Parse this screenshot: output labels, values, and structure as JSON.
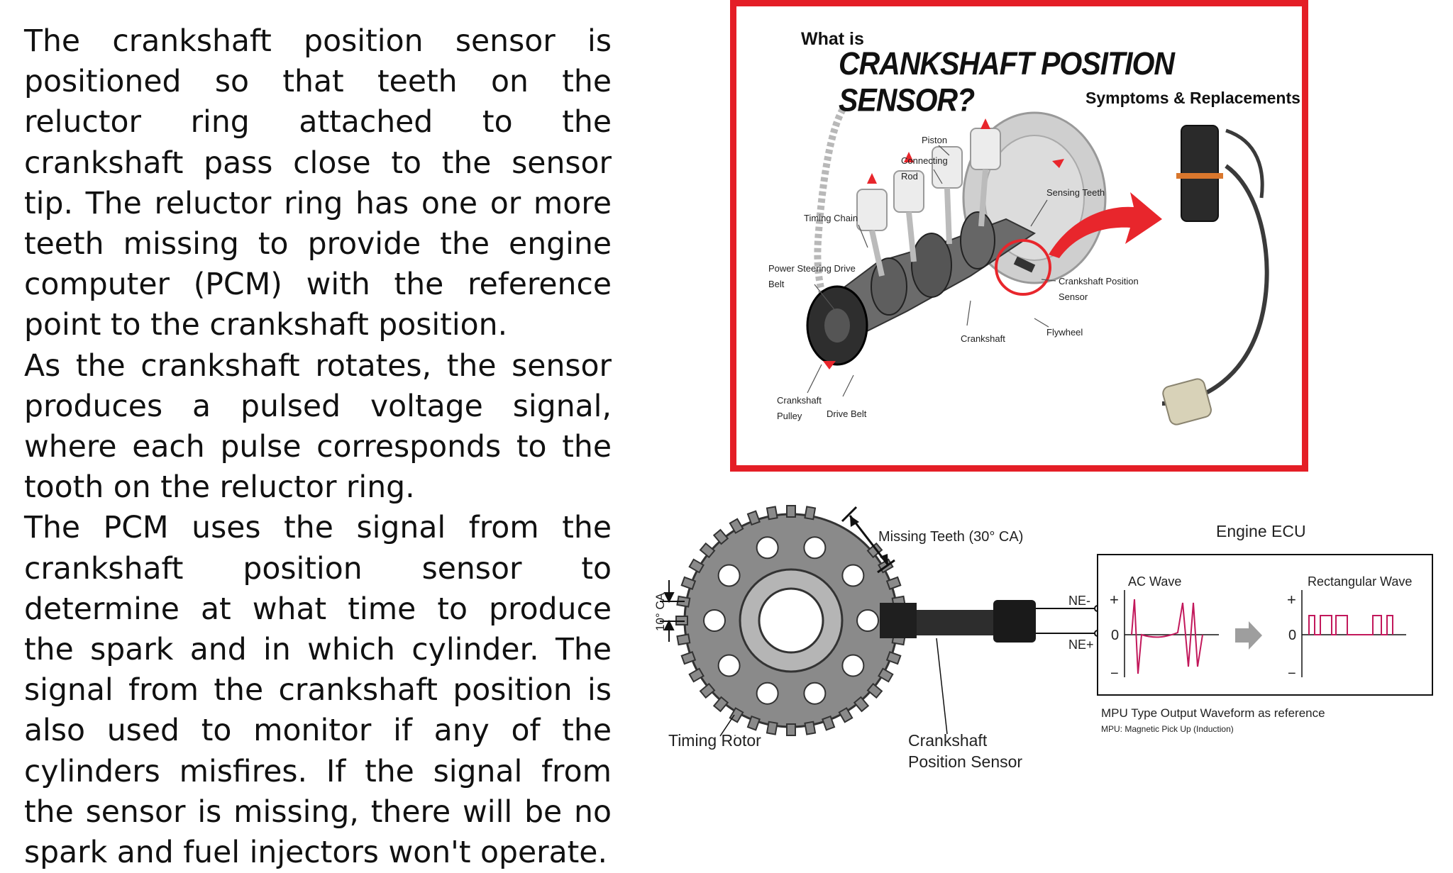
{
  "text": {
    "paragraphs": [
      "The crankshaft position sensor is positioned so that teeth on the reluctor ring attached to the crankshaft pass close to the sensor tip. The reluctor ring has one or more teeth missing to provide the engine computer (PCM) with the reference point to the crankshaft position.",
      "As the crankshaft rotates, the sensor produces a pulsed voltage signal, where each pulse corresponds to the tooth on the reluctor ring.",
      "The PCM uses the signal from the crankshaft position sensor to determine at what time to produce the spark and in which cylinder. The signal from the crankshaft position is also used to monitor if any of the cylinders misfires. If the signal from the sensor is missing, there will be no spark and fuel injectors won't operate."
    ]
  },
  "poster": {
    "what_is": "What is",
    "title": "CRANKSHAFT POSITION SENSOR?",
    "subtitle": "Symptoms & Replacements",
    "labels": {
      "piston": "Piston",
      "connecting_rod_1": "Connecting",
      "connecting_rod_2": "Rod",
      "sensing_teeth": "Sensing Teeth",
      "timing_chain": "Timing Chain",
      "power_steering_1": "Power Steering Drive",
      "power_steering_2": "Belt",
      "ckp_sensor_1": "Crankshaft Position",
      "ckp_sensor_2": "Sensor",
      "flywheel": "Flywheel",
      "crankshaft": "Crankshaft",
      "pulley_1": "Crankshaft",
      "pulley_2": "Pulley",
      "drive_belt": "Drive Belt"
    },
    "colors": {
      "border": "#e41e26",
      "arrow": "#e8262c"
    }
  },
  "diagram": {
    "missing_teeth": "Missing Teeth (30° CA)",
    "angle_label": "10° CA",
    "timing_rotor": "Timing Rotor",
    "sensor_1": "Crankshaft",
    "sensor_2": "Position Sensor",
    "engine_ecu": "Engine ECU",
    "ac_wave": "AC Wave",
    "rect_wave": "Rectangular Wave",
    "ne_minus": "NE-",
    "ne_plus": "NE+",
    "plus": "+",
    "minus": "−",
    "zero": "0",
    "mpu_caption": "MPU Type Output Waveform as reference",
    "mpu_note": "MPU: Magnetic Pick Up (Induction)",
    "colors": {
      "wave": "#c2185b",
      "arrow": "#9e9e9e"
    }
  }
}
